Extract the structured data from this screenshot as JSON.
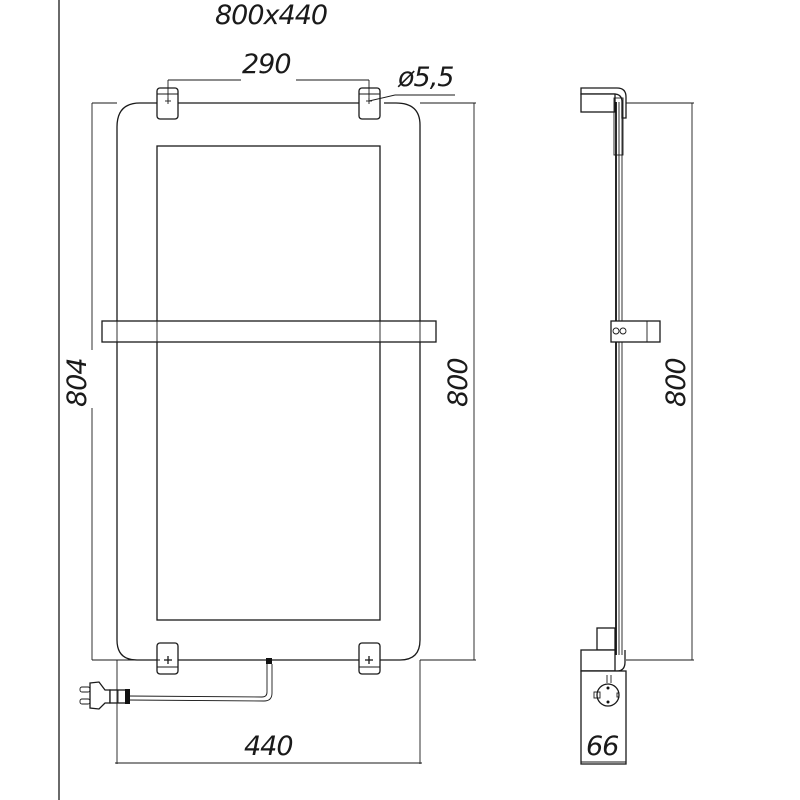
{
  "drawing": {
    "title": "800x440",
    "subject": "towel warmer panel technical drawing",
    "views": [
      "front-view",
      "side-view"
    ],
    "colors": {
      "line": "#1a1a1a",
      "background": "#ffffff"
    }
  },
  "front_view": {
    "dimensions": {
      "overall_size": "800x440",
      "mount_spacing": "290",
      "hole_diameter": "ø5,5",
      "total_height": "804",
      "panel_height": "800",
      "width": "440"
    },
    "components": [
      "rounded-frame",
      "inner-glass-panel",
      "towel-bar",
      "wall-brackets-top",
      "wall-brackets-bottom",
      "power-cord",
      "plug"
    ]
  },
  "side_view": {
    "dimensions": {
      "panel_height": "800",
      "depth": "66"
    },
    "components": [
      "top-bracket",
      "middle-bar-clamp",
      "bottom-control-box",
      "socket-symbol"
    ]
  }
}
